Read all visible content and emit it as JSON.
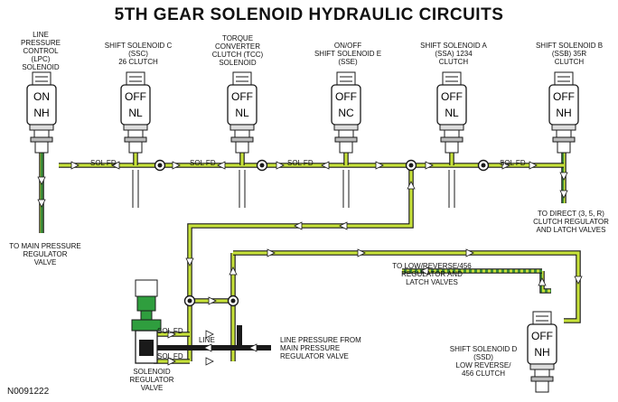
{
  "title": "5TH GEAR SOLENOID HYDRAULIC CIRCUITS",
  "doc_id": "N0091222",
  "colors": {
    "fluid_yellow": "#c7e23a",
    "fluid_green": "#2f9e3e",
    "line_dark": "#1a1a1a"
  },
  "solenoids": [
    {
      "id": "lpc",
      "label": "LINE\nPRESSURE\nCONTROL\n(LPC)\nSOLENOID",
      "state": "ON",
      "type": "NH"
    },
    {
      "id": "ssc",
      "label": "SHIFT SOLENOID C\n(SSC)\n26 CLUTCH",
      "state": "OFF",
      "type": "NL"
    },
    {
      "id": "tcc",
      "label": "TORQUE\nCONVERTER\nCLUTCH (TCC)\nSOLENOID",
      "state": "OFF",
      "type": "NL"
    },
    {
      "id": "sse",
      "label": "ON/OFF\nSHIFT SOLENOID E\n(SSE)",
      "state": "OFF",
      "type": "NC"
    },
    {
      "id": "ssa",
      "label": "SHIFT SOLENOID A\n(SSA) 1234\nCLUTCH",
      "state": "OFF",
      "type": "NL"
    },
    {
      "id": "ssb",
      "label": "SHIFT SOLENOID B\n(SSB) 35R\nCLUTCH",
      "state": "OFF",
      "type": "NH"
    },
    {
      "id": "ssd",
      "label": "SHIFT SOLENOID D\n(SSD)\nLOW REVERSE/\n456 CLUTCH",
      "state": "OFF",
      "type": "NH"
    }
  ],
  "sol_fd_labels": [
    "SOL FD",
    "SOL FD",
    "SOL FD",
    "SOL FD",
    "SOL FD",
    "SOL FD"
  ],
  "line_label": "LINE",
  "labels": {
    "to_main": "TO MAIN PRESSURE\nREGULATOR\nVALVE",
    "to_direct": "TO DIRECT (3, 5, R)\nCLUTCH REGULATOR\nAND LATCH VALVES",
    "to_low": "TO LOW/REVERSE/456\nREGULATOR AND\nLATCH VALVES",
    "line_from": "LINE PRESSURE FROM\nMAIN PRESSURE\nREGULATOR VALVE",
    "sol_reg": "SOLENOID\nREGULATOR\nVALVE"
  }
}
